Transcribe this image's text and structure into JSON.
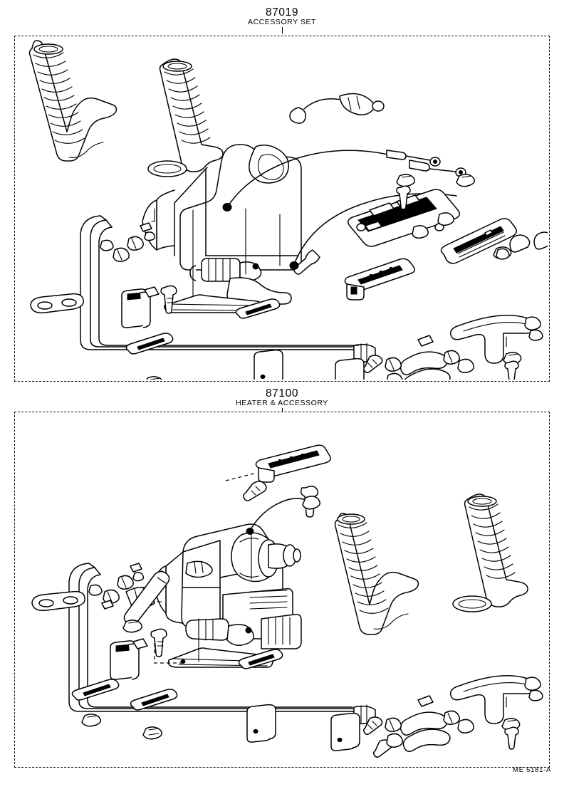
{
  "document": {
    "type": "parts-catalog-illustration",
    "footer_code": "ME 5181-A",
    "background_color": "#ffffff",
    "line_color": "#000000"
  },
  "panels": [
    {
      "id": "panel-87019",
      "group_number": "87019",
      "group_name": "ACCESSORY SET",
      "border_style": "dashed",
      "parts": [
        {
          "name": "defroster-nozzle-duct-left",
          "kind": "corrugated-duct"
        },
        {
          "name": "defroster-nozzle-duct-right",
          "kind": "corrugated-duct"
        },
        {
          "name": "heater-unit-housing",
          "kind": "assembly"
        },
        {
          "name": "control-cable-upper",
          "kind": "cable"
        },
        {
          "name": "control-cable-lower",
          "kind": "cable"
        },
        {
          "name": "control-cable-wire-harness",
          "kind": "cable"
        },
        {
          "name": "heater-control-panel-assembly",
          "kind": "control-assembly"
        },
        {
          "name": "register-vent-grille",
          "kind": "grille"
        },
        {
          "name": "mounting-bracket-center",
          "kind": "bracket"
        },
        {
          "name": "water-hose-inlet",
          "kind": "hose"
        },
        {
          "name": "water-hose-outlet",
          "kind": "hose"
        },
        {
          "name": "water-pipe-assembly",
          "kind": "pipe"
        },
        {
          "name": "hose-clamp",
          "kind": "clamp"
        },
        {
          "name": "gasket-plate",
          "kind": "gasket"
        },
        {
          "name": "cushion-retainer",
          "kind": "clip"
        },
        {
          "name": "mounting-bolt",
          "kind": "bolt"
        },
        {
          "name": "flange-nut",
          "kind": "nut"
        },
        {
          "name": "duct-support-bracket",
          "kind": "bracket"
        }
      ]
    },
    {
      "id": "panel-87100",
      "group_number": "87100",
      "group_name": "HEATER & ACCESSORY",
      "border_style": "dashed",
      "parts": [
        {
          "name": "heater-radiator-unit",
          "kind": "assembly"
        },
        {
          "name": "blower-motor",
          "kind": "motor"
        },
        {
          "name": "blower-motor-lead-wire",
          "kind": "wire"
        },
        {
          "name": "heater-mounting-bracket-top",
          "kind": "bracket"
        },
        {
          "name": "defroster-nozzle-duct-left",
          "kind": "corrugated-duct"
        },
        {
          "name": "defroster-nozzle-duct-right",
          "kind": "corrugated-duct"
        },
        {
          "name": "control-lever-rod",
          "kind": "lever"
        },
        {
          "name": "water-hose-inlet",
          "kind": "hose"
        },
        {
          "name": "water-hose-outlet",
          "kind": "hose"
        },
        {
          "name": "water-pipe-assembly",
          "kind": "pipe"
        },
        {
          "name": "hose-clamp",
          "kind": "clamp"
        },
        {
          "name": "gasket-plate",
          "kind": "gasket"
        },
        {
          "name": "cushion-retainer",
          "kind": "clip"
        },
        {
          "name": "mounting-bolt",
          "kind": "bolt"
        },
        {
          "name": "flange-nut",
          "kind": "nut"
        },
        {
          "name": "duct-support-bracket",
          "kind": "bracket"
        }
      ]
    }
  ]
}
